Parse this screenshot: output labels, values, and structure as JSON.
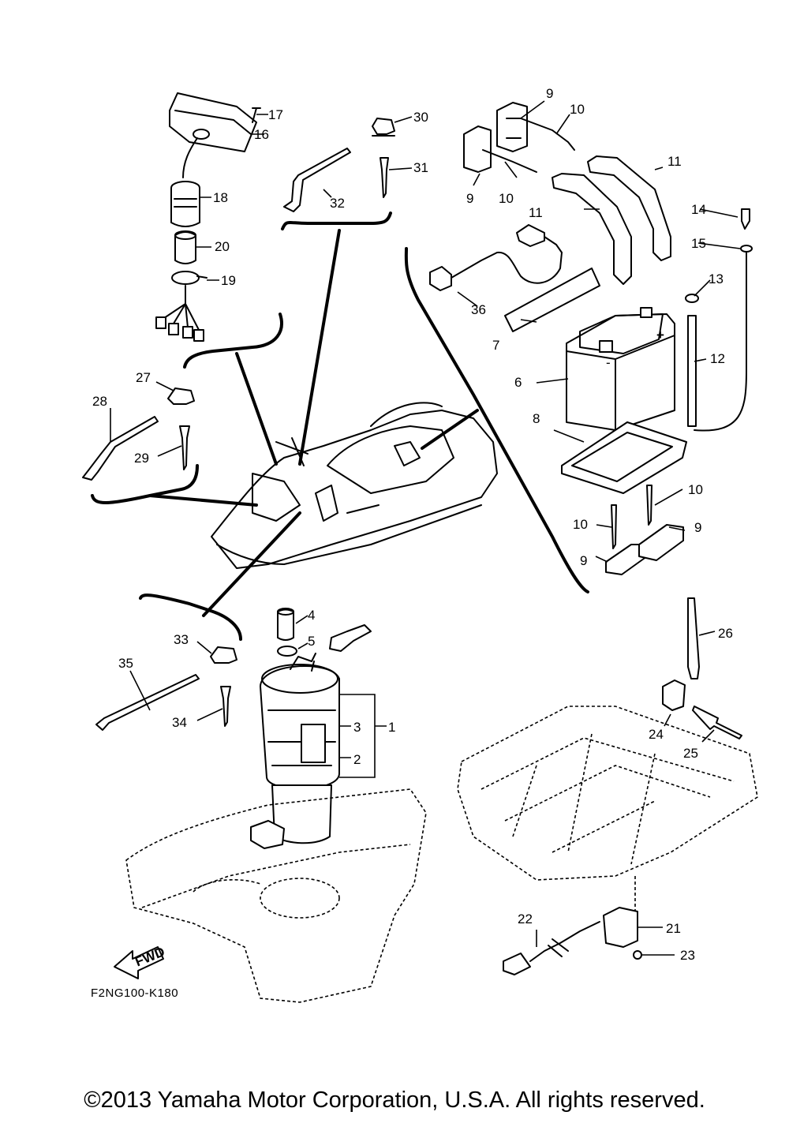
{
  "diagram_code": "F2NG100-K180",
  "copyright": "©2013 Yamaha Motor Corporation, U.S.A. All rights reserved.",
  "fwd_label": "FWD",
  "battery_terminals": {
    "negative": "-",
    "positive": "+"
  },
  "callouts": {
    "n1": "1",
    "n2": "2",
    "n3": "3",
    "n4": "4",
    "n5": "5",
    "n6": "6",
    "n7": "7",
    "n8": "8",
    "n9a": "9",
    "n9b": "9",
    "n9c": "9",
    "n9d": "9",
    "n10a": "10",
    "n10b": "10",
    "n10c": "10",
    "n10d": "10",
    "n11a": "11",
    "n11b": "11",
    "n12": "12",
    "n13": "13",
    "n14": "14",
    "n15": "15",
    "n16": "16",
    "n17": "17",
    "n18": "18",
    "n19": "19",
    "n20": "20",
    "n21": "21",
    "n22": "22",
    "n23": "23",
    "n24": "24",
    "n25": "25",
    "n26": "26",
    "n27": "27",
    "n28": "28",
    "n29": "29",
    "n30": "30",
    "n31": "31",
    "n32": "32",
    "n33": "33",
    "n34": "34",
    "n35": "35",
    "n36": "36"
  }
}
